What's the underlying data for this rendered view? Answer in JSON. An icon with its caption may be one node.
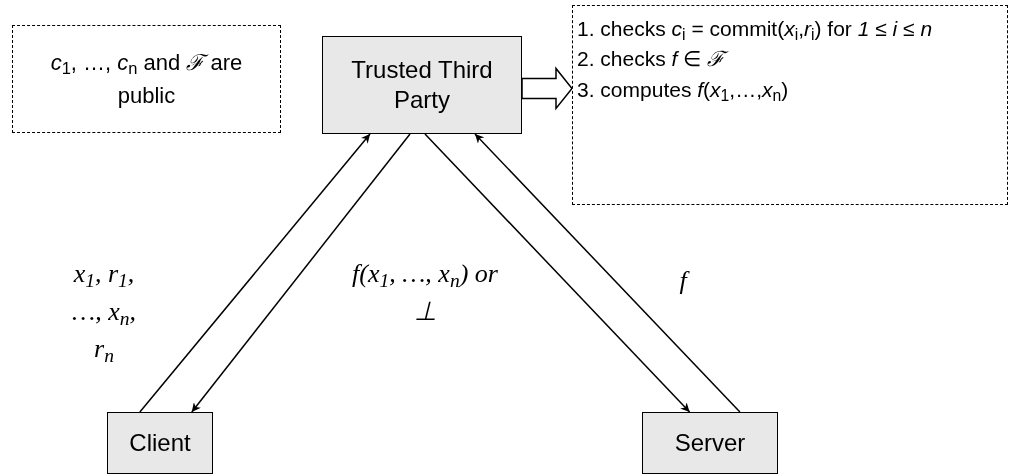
{
  "diagram": {
    "nodes": [
      {
        "text": [
          "*c*$_{1}$, …, *c*$_{n}$ and *ℱ* are public"
        ]
      },
      {
        "text": [
          "Trusted Third Party"
        ]
      },
      {
        "text": [
          "1. checks *c*$_{i}$ = commit(*x*$_{i}$,*r*$_{i}$) for *1 ≤ i ≤ n*",
          "2. checks *f* ∈ *ℱ*",
          "3. computes *f*(*x*$_{1}$,…,*x*$_{n}$)"
        ]
      },
      {
        "text": [
          "Client"
        ]
      },
      {
        "text": [
          "Server"
        ]
      }
    ],
    "edges": [
      {
        "from": 3,
        "to": 1,
        "arrow": "to",
        "label": "x$_{1}$, r$_{1}$, …, x$_{n}$, r$_{n}$"
      },
      {
        "from": 1,
        "to": 3,
        "arrow": "to",
        "label": "f(x$_{1}$, …, x$_{n}$) or ⊥"
      },
      {
        "from": 1,
        "to": 4,
        "arrow": "to"
      },
      {
        "from": 4,
        "to": 1,
        "arrow": "to",
        "label": "f"
      },
      {
        "from": 1,
        "to": 2,
        "arrow": "to",
        "style": "thick"
      }
    ]
  }
}
